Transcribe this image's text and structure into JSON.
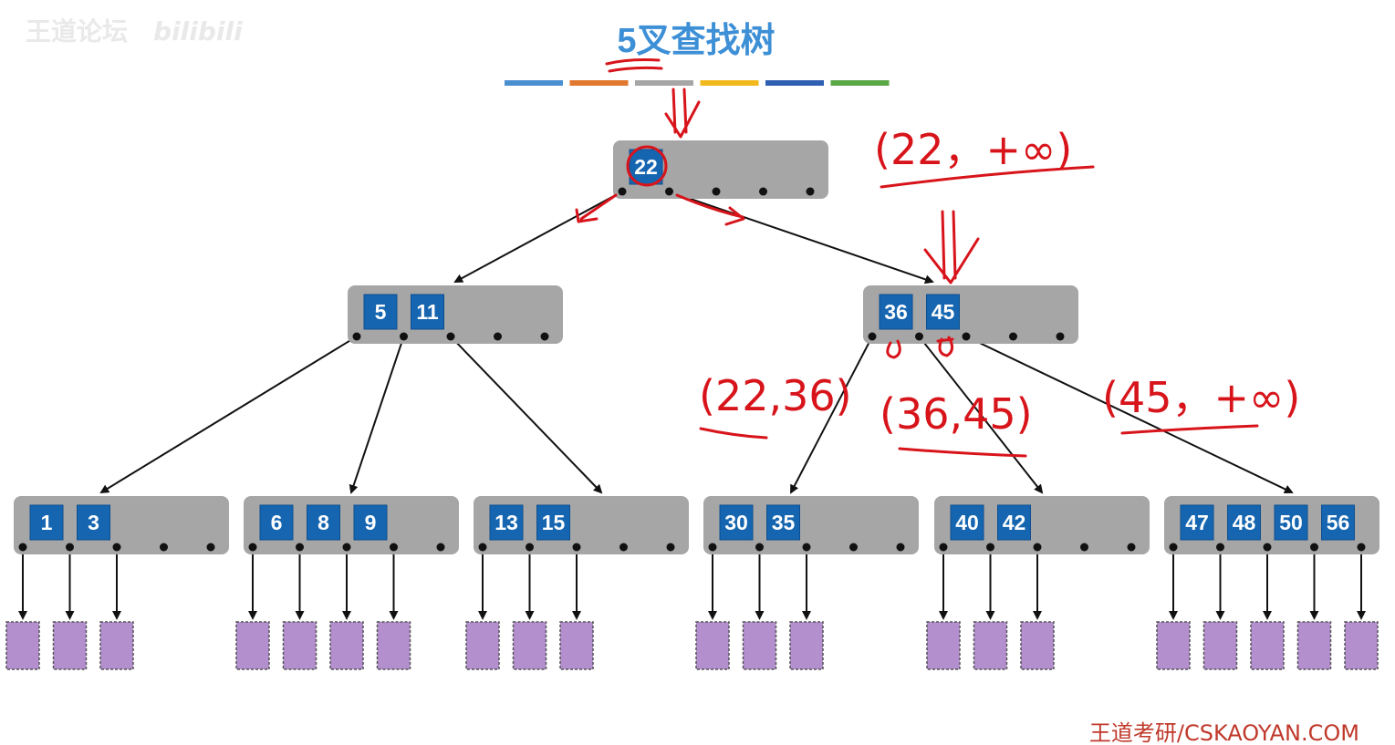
{
  "title": "5叉查找树",
  "color_bar": [
    "#4a8fd0",
    "#e0782f",
    "#a6a6a6",
    "#f2b91e",
    "#2f5fb2",
    "#5aa745"
  ],
  "colors": {
    "node_bg": "#a6a6a6",
    "key_bg": "#1565b0",
    "key_text": "#ffffff",
    "leaf": "#b38fce",
    "annotation": "#d8141b"
  },
  "watermark": {
    "text": "王道论坛",
    "logo_text": "bilibili"
  },
  "root": {
    "keys": [
      "22"
    ]
  },
  "level1": [
    {
      "keys": [
        "5",
        "11"
      ]
    },
    {
      "keys": [
        "36",
        "45"
      ]
    }
  ],
  "level2": [
    {
      "keys": [
        "1",
        "3"
      ]
    },
    {
      "keys": [
        "6",
        "8",
        "9"
      ]
    },
    {
      "keys": [
        "13",
        "15"
      ]
    },
    {
      "keys": [
        "30",
        "35"
      ]
    },
    {
      "keys": [
        "40",
        "42"
      ]
    },
    {
      "keys": [
        "47",
        "48",
        "50",
        "56"
      ]
    }
  ],
  "annotations": {
    "root_range": "(22，+∞)",
    "range_left": "(22,36)",
    "range_mid": "(36,45)",
    "range_right": "(45，+∞)"
  },
  "footer": "王道考研/CSKAOYAN.COM"
}
